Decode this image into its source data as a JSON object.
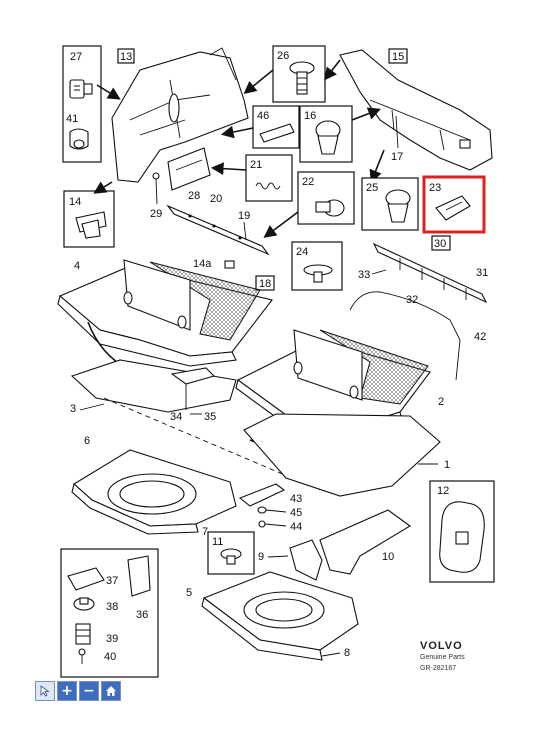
{
  "labels": {
    "l1": "1",
    "l2": "2",
    "l3": "3",
    "l4": "4",
    "l5": "5",
    "l6": "6",
    "l7": "7",
    "l8": "8",
    "l9": "9",
    "l10": "10",
    "l11": "11",
    "l12": "12",
    "l13": "13",
    "l14": "14",
    "l14a": "14a",
    "l15": "15",
    "l16": "16",
    "l17": "17",
    "l18": "18",
    "l19": "19",
    "l20": "20",
    "l21": "21",
    "l22": "22",
    "l23": "23",
    "l24": "24",
    "l25": "25",
    "l26": "26",
    "l27": "27",
    "l28": "28",
    "l29": "29",
    "l30": "30",
    "l31": "31",
    "l32": "32",
    "l33": "33",
    "l34": "34",
    "l35": "35",
    "l36": "36",
    "l37": "37",
    "l38": "38",
    "l39": "39",
    "l40": "40",
    "l41": "41",
    "l42": "42",
    "l43": "43",
    "l44": "44",
    "l45": "45",
    "l46": "46"
  },
  "brand": {
    "name": "VOLVO",
    "subtitle": "Genuine Parts",
    "ref": "GR-282167"
  },
  "highlight_color": "#e02020",
  "toolbar": {
    "pointer": "pointer-icon",
    "zoom_in": "+",
    "zoom_out": "−",
    "home": "home-icon"
  }
}
